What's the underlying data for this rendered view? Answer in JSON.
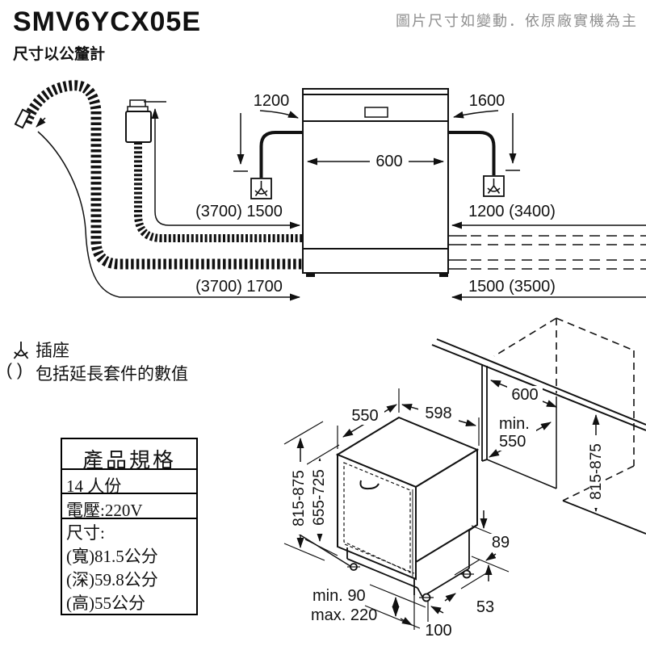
{
  "page": {
    "title": "SMV6YCX05E",
    "subtitle": "尺寸以公釐計",
    "disclaimer": "圖片尺寸如變動．依原廠實機為主"
  },
  "legend": {
    "socket_label": "插座",
    "paren_symbol": "( )",
    "paren_note": "包括延長套件的數值"
  },
  "top_view": {
    "cord_left": "1200",
    "cord_right": "1600",
    "appliance_width": "600",
    "inlet_reach": "(3700) 1500",
    "drain_reach": "(3700) 1700",
    "right_top": "1200 (3400)",
    "right_bottom": "1500 (3500)"
  },
  "install_view": {
    "depth": "550",
    "width": "598",
    "niche_width": "600",
    "niche_depth_line1": "min.",
    "niche_depth_line2": "550",
    "height_outer": "815-875",
    "height_inner": "655-725",
    "height_right": "815-875",
    "plinth_height": "89",
    "rear_clearance": "53",
    "front_clearance": "100",
    "adjust_min": "min. 90",
    "adjust_max": "max. 220"
  },
  "spec_table": {
    "header": "產品規格",
    "capacity": "14 人份",
    "voltage": "電壓:220V",
    "dim_label": "尺寸:",
    "dim_width": "(寬)81.5公分",
    "dim_depth": "(深)59.8公分",
    "dim_height": "(高)55公分"
  }
}
